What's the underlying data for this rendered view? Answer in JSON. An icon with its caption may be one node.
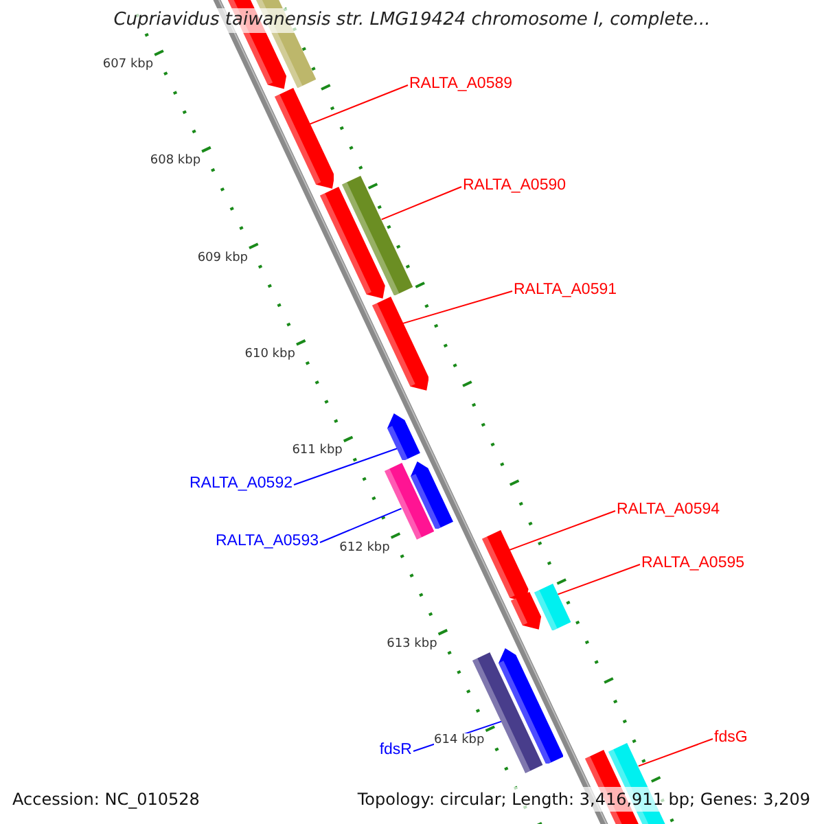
{
  "diagram": {
    "title": "Cupriavidus taiwanensis str. LMG19424 chromosome I, complete...",
    "nodes": [
      {
        "text": [],
        "shape": "bar"
      },
      {
        "text": [],
        "shape": "arrow"
      },
      {
        "text": [],
        "shape": "arrow"
      },
      {
        "text": [],
        "shape": "arrow"
      },
      {
        "text": [],
        "shape": "bar"
      },
      {
        "text": [],
        "shape": "arrow"
      },
      {
        "text": [],
        "shape": "arrow"
      },
      {
        "text": [],
        "shape": "arrow"
      },
      {
        "text": [],
        "shape": "bar"
      },
      {
        "text": [],
        "shape": "arrow"
      },
      {
        "text": [],
        "shape": "arrow"
      },
      {
        "text": [],
        "shape": "bar"
      },
      {
        "text": [],
        "shape": "bar"
      },
      {
        "text": [],
        "shape": "arrow"
      },
      {
        "text": [],
        "shape": "arrow"
      },
      {
        "text": [],
        "shape": "bar"
      },
      {
        "text": [
          "RALTA_A0589"
        ]
      },
      {
        "text": [
          "RALTA_A0590"
        ]
      },
      {
        "text": [
          "RALTA_A0591"
        ]
      },
      {
        "text": [
          "RALTA_A0592"
        ]
      },
      {
        "text": [
          "RALTA_A0593"
        ]
      },
      {
        "text": [
          "RALTA_A0594"
        ]
      },
      {
        "text": [
          "RALTA_A0595"
        ]
      },
      {
        "text": [
          "fdsR"
        ]
      },
      {
        "text": [
          "fdsG"
        ]
      }
    ],
    "edges": [
      {
        "from": 16,
        "to": 2,
        "arrow": "none"
      },
      {
        "from": 17,
        "to": 4,
        "arrow": "none"
      },
      {
        "from": 18,
        "to": 5,
        "arrow": "none"
      },
      {
        "from": 19,
        "to": 6,
        "arrow": "none",
        "color": "#0000ff"
      },
      {
        "from": 20,
        "to": 8,
        "arrow": "none",
        "color": "#0000ff"
      },
      {
        "from": 21,
        "to": 9,
        "arrow": "none"
      },
      {
        "from": 22,
        "to": 11,
        "arrow": "none"
      },
      {
        "from": 23,
        "to": 12,
        "arrow": "none",
        "color": "#0000ff"
      },
      {
        "from": 24,
        "to": 15,
        "arrow": "none"
      }
    ],
    "labels": [
      "607 kbp",
      "608 kbp",
      "609 kbp",
      "610 kbp",
      "611 kbp",
      "612 kbp",
      "613 kbp",
      "614 kbp",
      "Accession: NC_010528",
      "Topology: circular; Length: 3,416,911 bp; Genes: 3,209"
    ]
  }
}
